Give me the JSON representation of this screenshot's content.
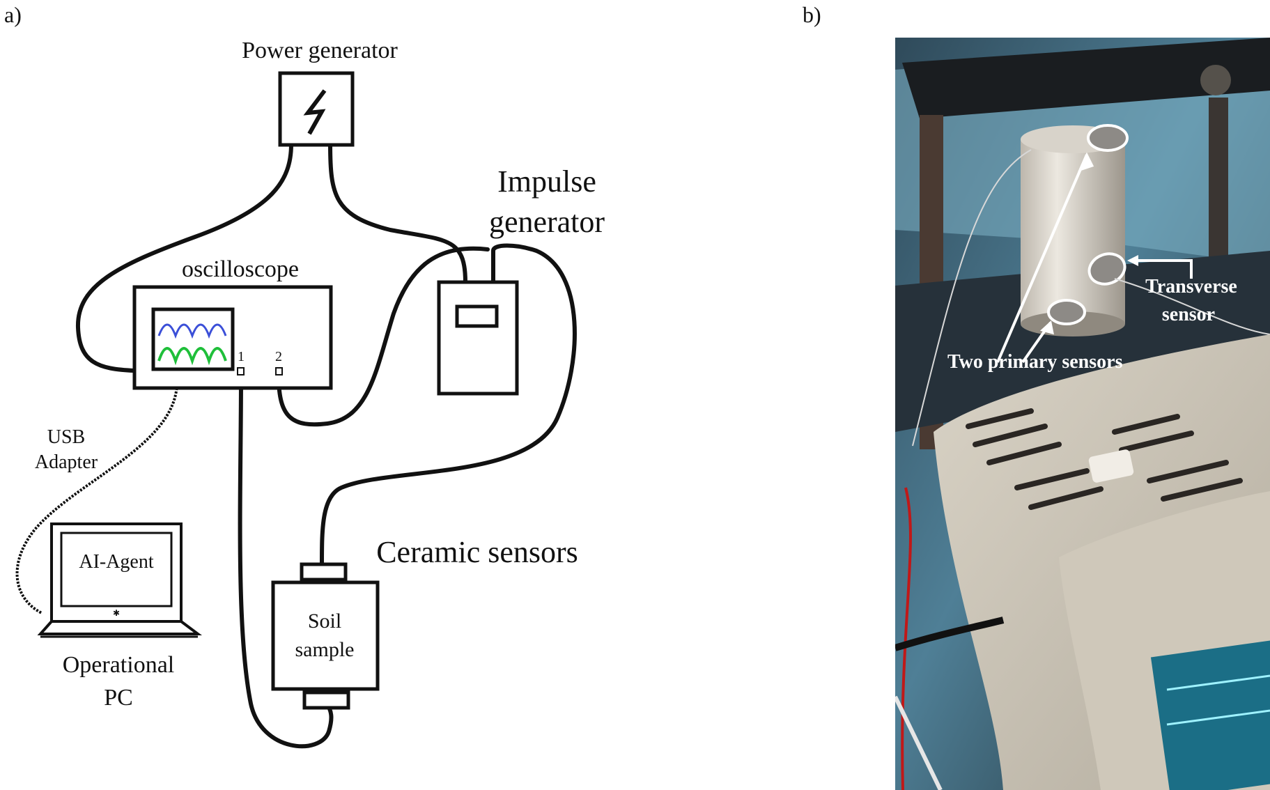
{
  "panels": {
    "a_label": "a)",
    "b_label": "b)"
  },
  "diagram": {
    "power_generator": "Power generator",
    "impulse_generator_line1": "Impulse",
    "impulse_generator_line2": "generator",
    "oscilloscope": "oscilloscope",
    "channel_1": "1",
    "channel_2": "2",
    "usb_line1": "USB",
    "usb_line2": "Adapter",
    "screen_text": "AI-Agent",
    "pc_line1": "Operational",
    "pc_line2": "PC",
    "ceramic_sensors": "Ceramic sensors",
    "soil_line1": "Soil",
    "soil_line2": "sample",
    "wave_colors": {
      "upper": "#3b4fd8",
      "lower": "#1fbf3a"
    }
  },
  "photo": {
    "transverse_line1": "Transverse",
    "transverse_line2": "sensor",
    "primary_sensors": "Two primary sensors"
  }
}
